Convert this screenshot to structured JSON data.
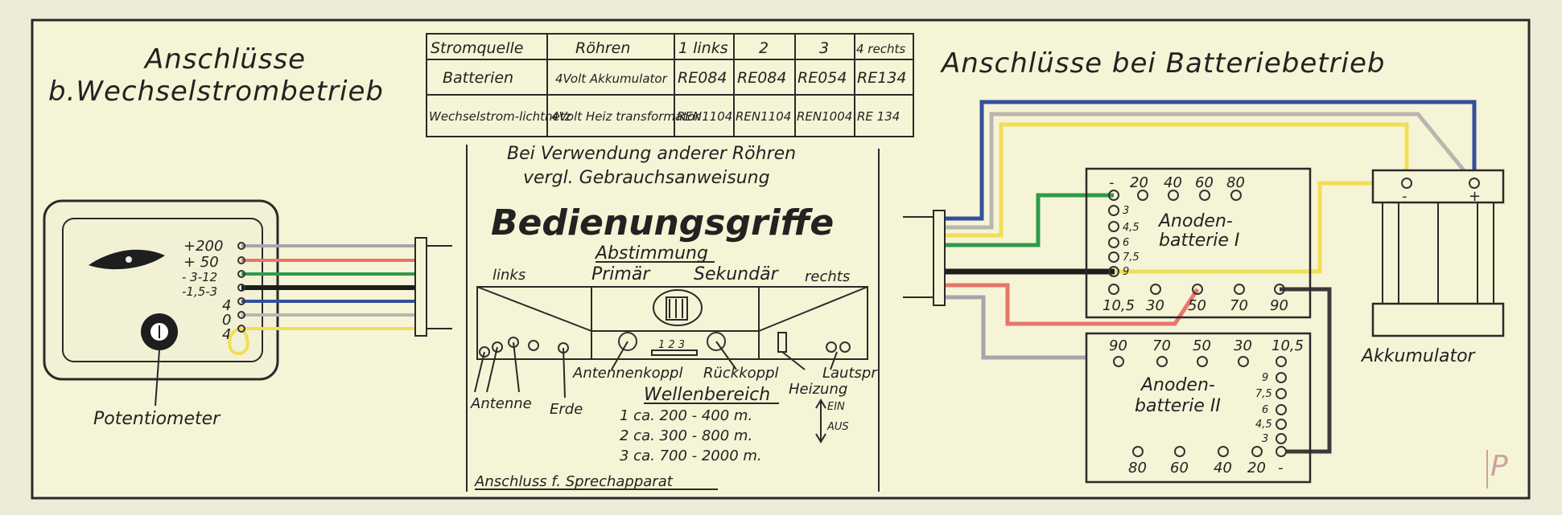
{
  "headings": {
    "ac_connections": [
      "Anschlüsse",
      "b.Wechselstrombetrieb"
    ],
    "battery_connections": "Anschlüsse bei Batteriebetrieb"
  },
  "tube_table": {
    "header": [
      "Stromquelle",
      "Röhren",
      "1 links",
      "2",
      "3",
      "4 rechts"
    ],
    "rows": [
      [
        "Batterien",
        "4Volt Akkumulator",
        "RE084",
        "RE084",
        "RE054",
        "RE134"
      ],
      [
        "Wechselstrom-lichtnetz",
        "4Volt Heiz transformator",
        "REN1104",
        "REN1104",
        "REN1004",
        "RE 134"
      ]
    ]
  },
  "note": [
    "Bei Verwendung anderer Röhren",
    "vergl. Gebrauchsanweisung"
  ],
  "controls": {
    "title": "Bedienungsgriffe",
    "tuning": "Abstimmung",
    "primary": "Primär",
    "secondary": "Sekundär",
    "left": "links",
    "right": "rechts",
    "antenna_coupling": "Antennenkoppl",
    "feedback_coupling": "Rückkoppl",
    "speaker": "Lautspr",
    "heating": "Heizung",
    "on": "EIN",
    "off": "AUS",
    "antenna": "Antenne",
    "earth": "Erde",
    "switch_marks": "1 2 3",
    "band_title": "Wellenbereich",
    "bands": [
      "1  ca. 200 - 400 m.",
      "2  ca. 300 - 800 m.",
      "3  ca. 700 - 2000 m."
    ],
    "phone_connection": "Anschluss f. Sprechapparat"
  },
  "ac_unit": {
    "terminals": [
      "+200",
      "+ 50",
      "- 3-12",
      "-1,5-3",
      "4",
      "0",
      "4"
    ],
    "potentiometer": "Potentiometer"
  },
  "battery1": {
    "name": [
      "Anoden-",
      "batterie I"
    ],
    "top": [
      "-",
      "20",
      "40",
      "60",
      "80"
    ],
    "side": [
      "3",
      "4,5",
      "6",
      "7,5",
      "9"
    ],
    "bottom": [
      "10,5",
      "30",
      "50",
      "70",
      "90"
    ]
  },
  "battery2": {
    "name": [
      "Anoden-",
      "batterie II"
    ],
    "top": [
      "90",
      "70",
      "50",
      "30",
      "10,5"
    ],
    "side": [
      "9",
      "7,5",
      "6",
      "4,5",
      "3"
    ],
    "bottom": [
      "80",
      "60",
      "40",
      "20",
      "-"
    ]
  },
  "accumulator": {
    "name": "Akkumulator",
    "minus": "-",
    "plus": "+"
  },
  "stamp": "P",
  "wire_colors": {
    "gray": "#a9a3ae",
    "red": "#e8756a",
    "green": "#2f9a4c",
    "black": "#1d1d1d",
    "blue": "#33509e",
    "lightgray": "#b9b6ad",
    "yellow": "#f1de57"
  }
}
